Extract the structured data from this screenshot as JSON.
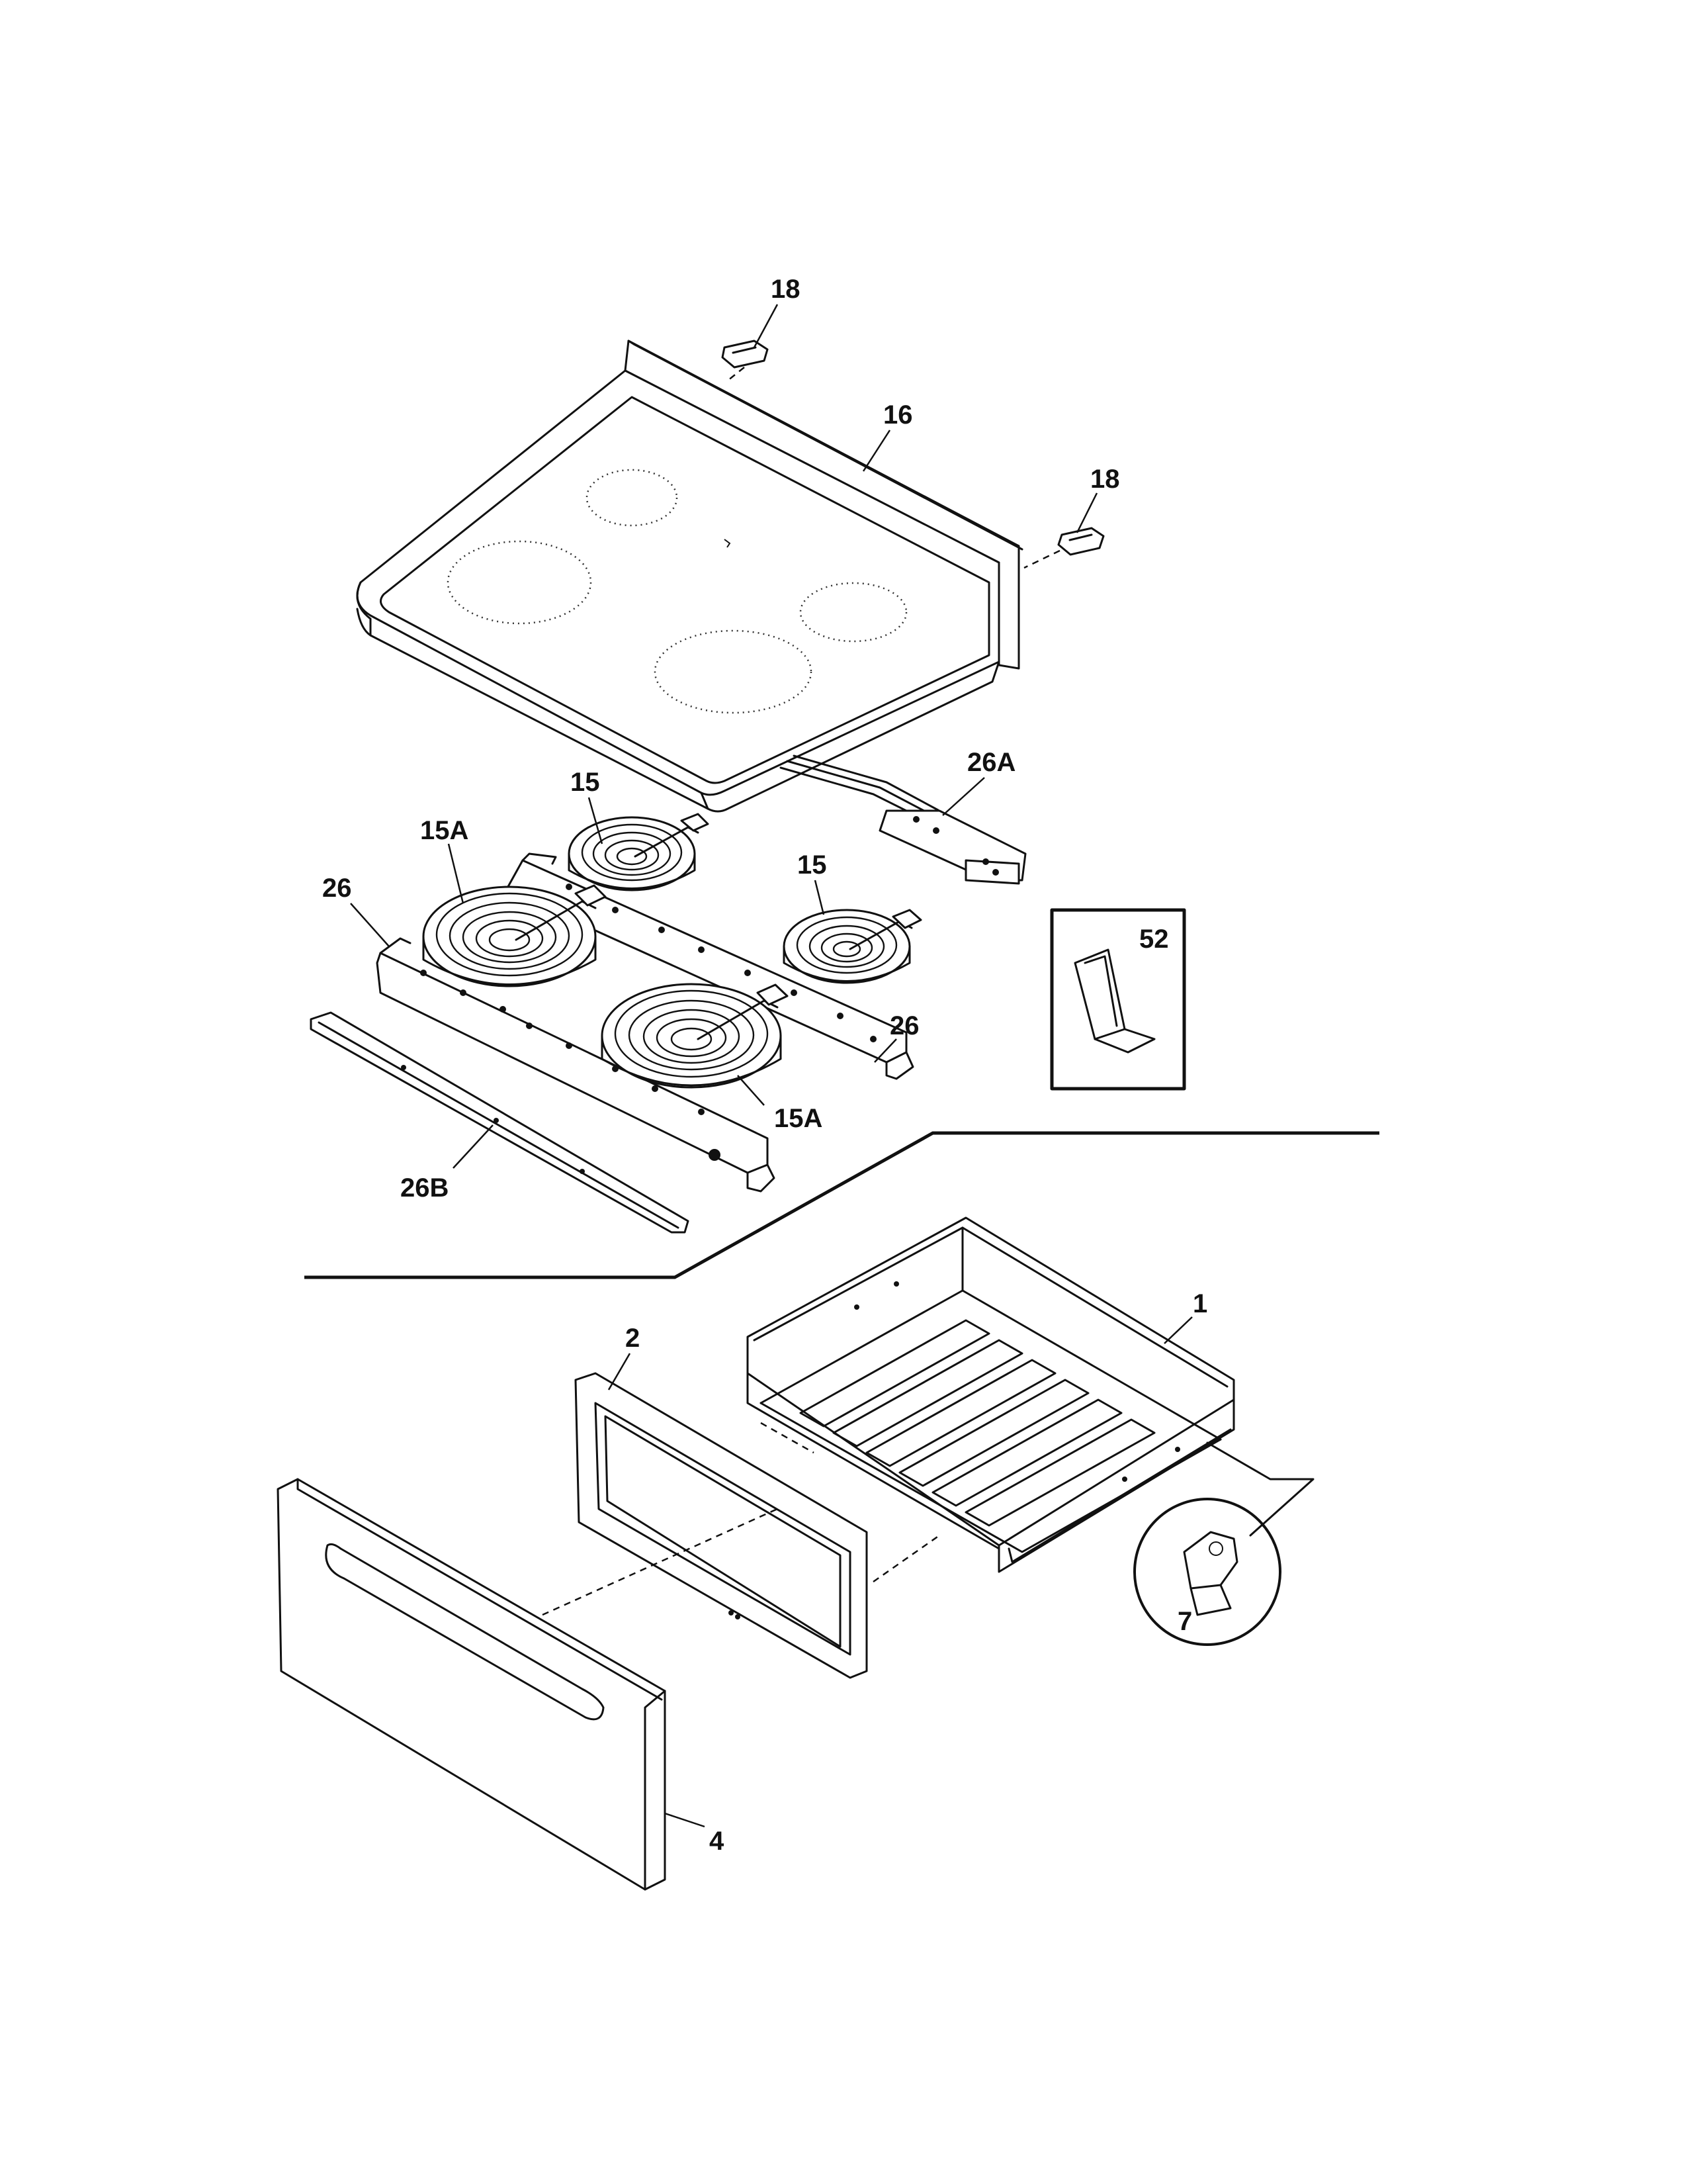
{
  "diagram": {
    "callouts": {
      "c18a": "18",
      "c18b": "18",
      "c16": "16",
      "c26A": "26A",
      "c15a": "15",
      "c15b": "15",
      "c15Aa": "15A",
      "c15Ab": "15A",
      "c26a": "26",
      "c26b": "26",
      "c26B": "26B",
      "c52": "52",
      "c1": "1",
      "c2": "2",
      "c4": "4",
      "c7": "7"
    },
    "icons": {
      "cooktop": "glass-cooktop-icon",
      "element": "coil-surface-element-icon",
      "bracket": "support-bracket-icon",
      "drawer": "warmer-drawer-icon",
      "clip": "mounting-clip-icon"
    }
  }
}
